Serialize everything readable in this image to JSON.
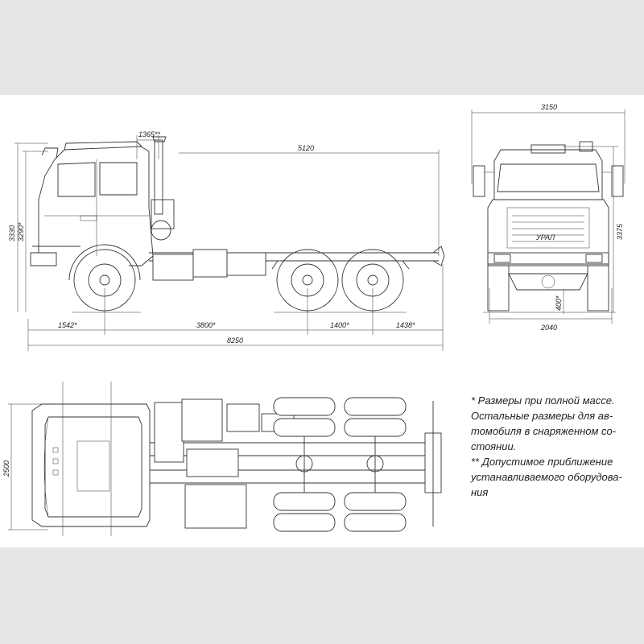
{
  "side_view": {
    "dims": {
      "d1365": "1365**",
      "d5120": "5120",
      "d3330": "3330",
      "d3290": "3290*",
      "d1542": "1542*",
      "d3800": "3800*",
      "d1400": "1400*",
      "d1438": "1438*",
      "d8250": "8250"
    }
  },
  "front_view": {
    "dims": {
      "d3150": "3150",
      "d3375": "3375",
      "d400": "400*",
      "d2040": "2040"
    },
    "grille_logo": "УРАЛ"
  },
  "top_view": {
    "dims": {
      "d2500": "2500"
    }
  },
  "notes": {
    "note1_a": "* Размеры при полной массе.",
    "note1_b": "Остальные размеры для ав-",
    "note1_c": "томобиля в снаряженном со-",
    "note1_d": "стоянии.",
    "note2_a": "** Допустимое приближение",
    "note2_b": "устанавливаемого оборудова-",
    "note2_c": "ния"
  }
}
